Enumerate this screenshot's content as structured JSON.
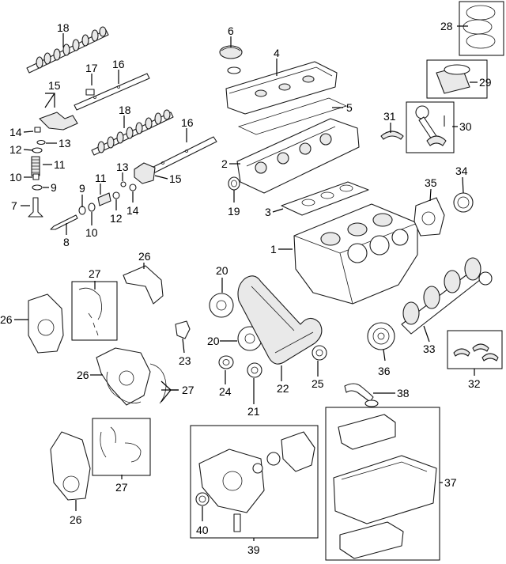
{
  "diagram": {
    "callouts": {
      "c1": "1",
      "c2": "2",
      "c3": "3",
      "c4": "4",
      "c5": "5",
      "c6": "6",
      "c7": "7",
      "c8": "8",
      "c9a": "9",
      "c9b": "9",
      "c10a": "10",
      "c10b": "10",
      "c11a": "11",
      "c11b": "11",
      "c12a": "12",
      "c12b": "12",
      "c13a": "13",
      "c13b": "13",
      "c14a": "14",
      "c14b": "14",
      "c15a": "15",
      "c15b": "15",
      "c16a": "16",
      "c16b": "16",
      "c17": "17",
      "c18a": "18",
      "c18b": "18",
      "c19": "19",
      "c20a": "20",
      "c20b": "20",
      "c21": "21",
      "c22": "22",
      "c23": "23",
      "c24": "24",
      "c25": "25",
      "c26a": "26",
      "c26b": "26",
      "c26c": "26",
      "c26d": "26",
      "c27a": "27",
      "c27b": "27",
      "c27c": "27",
      "c28": "28",
      "c29": "29",
      "c30": "30",
      "c31": "31",
      "c32": "32",
      "c33": "33",
      "c34": "34",
      "c35": "35",
      "c36": "36",
      "c37": "37",
      "c38": "38",
      "c39": "39",
      "c40": "40"
    }
  }
}
